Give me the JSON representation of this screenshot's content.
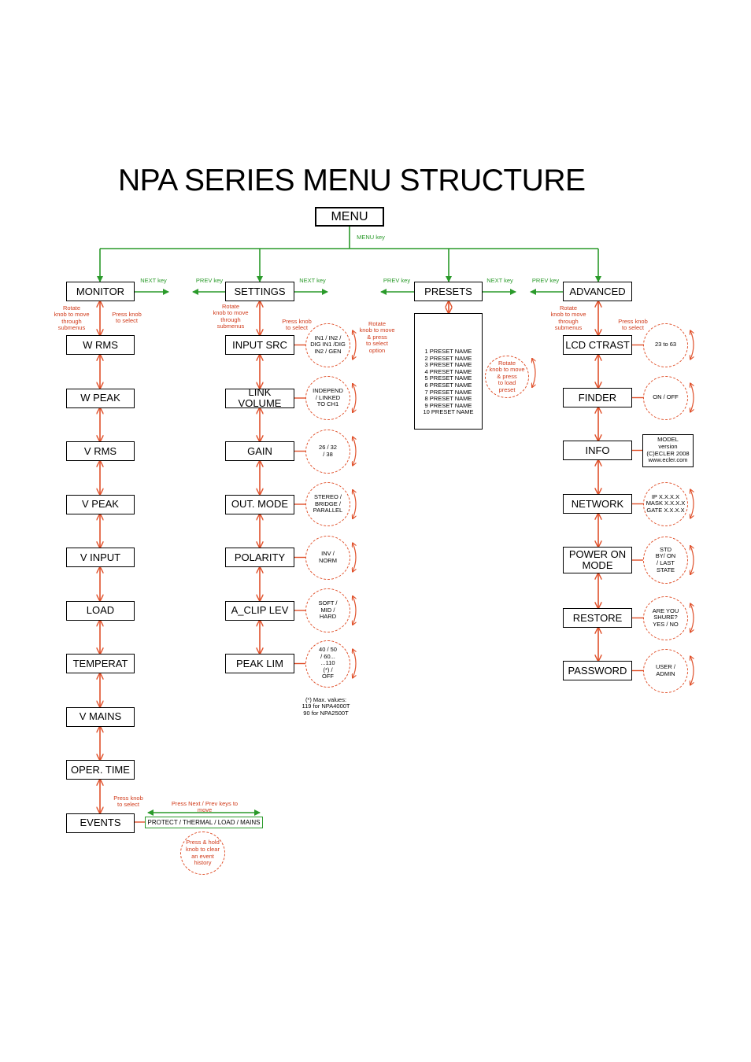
{
  "title": "NPA SERIES MENU STRUCTURE",
  "colors": {
    "nav": "#2a9a2a",
    "edit": "#e0502a",
    "box": "#000000"
  },
  "root": {
    "label": "MENU",
    "key_note": "MENU key"
  },
  "menus": {
    "monitor": {
      "label": "MONITOR",
      "next_note": "NEXT key",
      "rotate_note": "Rotate\nknob to move\nthrough\nsubmenus",
      "press_note": "Press knob\nto select",
      "items": [
        "W RMS",
        "W PEAK",
        "V RMS",
        "V PEAK",
        "V INPUT",
        "LOAD",
        "TEMPERAT",
        "V MAINS",
        "OPER. TIME",
        "EVENTS"
      ],
      "events_press_note": "Press knob\nto select",
      "events_nav_note": "Press Next / Prev keys to\nmove",
      "events_bar": "PROTECT / THERMAL / LOAD / MAINS",
      "events_clear_note": "Press & hold\nknob to clear\nan event\nhistory"
    },
    "settings": {
      "label": "SETTINGS",
      "prev_note": "PREV key",
      "next_note": "NEXT key",
      "rotate_note": "Rotate\nknob to move\nthrough\nsubmenus",
      "press_note": "Press knob\nto select",
      "option_note": "Rotate\nknob to move\n& press\nto select\noption",
      "items": [
        {
          "label": "INPUT SRC",
          "options": "IN1 / IN2 /\nDIG IN1 /DIG\nIN2 / GEN"
        },
        {
          "label": "LINK VOLUME",
          "options": "INDEPEND\n/ LINKED\nTO CH1"
        },
        {
          "label": "GAIN",
          "options": "26 / 32\n/ 38"
        },
        {
          "label": "OUT. MODE",
          "options": "STEREO /\nBRIDGE /\nPARALLEL"
        },
        {
          "label": "POLARITY",
          "options": "INV /\nNORM"
        },
        {
          "label": "A_CLIP LEV",
          "options": "SOFT /\nMID /\nHARD"
        },
        {
          "label": "PEAK LIM",
          "options": "40 / 50\n/ 60...\n...110\n(*) /\nOFF"
        }
      ],
      "footnote": "(*) Max. values:\n119 for  NPA4000T\n90 for NPA2500T"
    },
    "presets": {
      "label": "PRESETS",
      "prev_note": "PREV key",
      "next_note": "NEXT key",
      "list": "1 PRESET NAME\n2 PRESET NAME\n3 PRESET NAME\n4 PRESET NAME\n5 PRESET NAME\n6 PRESET NAME\n7 PRESET NAME\n8 PRESET NAME\n9 PRESET NAME\n10 PRESET NAME",
      "load_note": "Rotate\nknob to move\n& press\nto load\npreset"
    },
    "advanced": {
      "label": "ADVANCED",
      "prev_note": "PREV key",
      "rotate_note": "Rotate\nknob to move\nthrough\nsubmenus",
      "press_note": "Press knob\nto select",
      "items": [
        {
          "label": "LCD CTRAST",
          "options": "23 to 63"
        },
        {
          "label": "FINDER",
          "options": "ON / OFF"
        },
        {
          "label": "INFO",
          "info": "MODEL\nversion\n(C)ECLER 2008\nwww.ecler.com"
        },
        {
          "label": "NETWORK",
          "options": "IP X.X.X.X\nMASK X.X.X.X\nGATE X.X.X.X"
        },
        {
          "label": "POWER ON\nMODE",
          "options": "STD\nBY/ ON\n/ LAST\nSTATE"
        },
        {
          "label": "RESTORE",
          "options": "ARE YOU\nSHURE?\nYES / NO"
        },
        {
          "label": "PASSWORD",
          "options": "USER /\nADMIN"
        }
      ]
    }
  }
}
